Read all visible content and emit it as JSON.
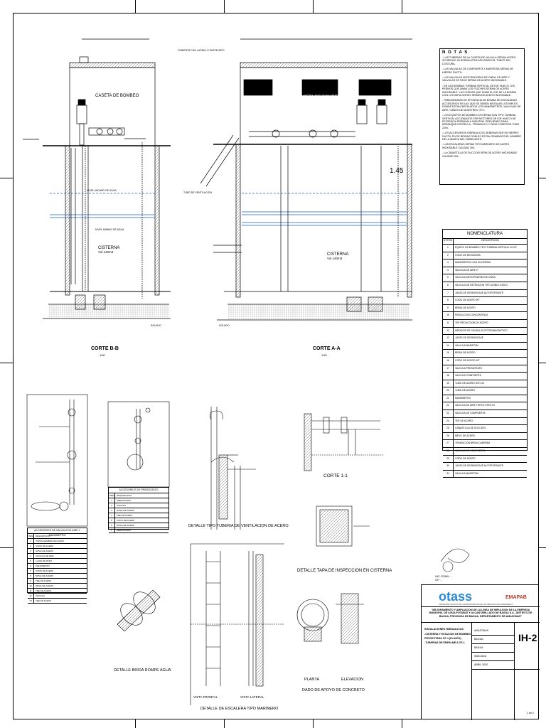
{
  "sheet": {
    "border_letters": [],
    "frame": "frame"
  },
  "views": {
    "corte_bb": {
      "title": "CORTE B-B",
      "scale": "1/50"
    },
    "corte_aa": {
      "title": "CORTE A-A",
      "scale": "1/50"
    },
    "corte_11": {
      "title": "CORTE 1-1"
    },
    "det_vent": {
      "title": "DETALLE TIPO TUBERIA DE VENTILACION DE ACERO"
    },
    "det_tapa": {
      "title": "DETALLE TAPA DE INSPECCION EN CISTERNA"
    },
    "det_brida": {
      "title": "DETALLE BRIDA ROMPE AGUA"
    },
    "det_escalera": {
      "title": "DETALLE DE ESCALERA TIPO MARINERO"
    },
    "vista_frontal": {
      "title": "VISTA FRONTAL"
    },
    "vista_lateral": {
      "title": "VISTA LATERAL"
    },
    "planta": {
      "title": "PLANTA"
    },
    "elevacion": {
      "title": "ELEVACION"
    },
    "dado": {
      "title": "DADO DE APOYO DE CONCRETO"
    }
  },
  "labels": {
    "caseta_bb": "CASETA DE BOMBEO",
    "caseta_aa": "CASETA DE BOMBEO",
    "cisterna_bb": "CISTERNA",
    "cisterna_bb_vol": "Vol 140m3",
    "cisterna_aa": "CISTERNA",
    "cisterna_aa_vol": "Vol 140m3",
    "nivel_max": "NIVEL MAXIMO DE AGUA",
    "nivel_min": "NIVEL MINIMO DE AGUA",
    "solado_1": "SOLADO",
    "solado_2": "SOLADO",
    "dim_145": "1.45",
    "tubo_vent": "TUBO DE VENTILACION",
    "cubierta": "CUBIERTA CON LADRILLO PASTELERO"
  },
  "notes": {
    "heading": "N O T A S",
    "items": [
      "- LAS TUBERIAS DE LA CASETA DE VALVULA SERAN ACERO SCHEDULE 40 NORMA ASTM A53 GRADO B, TUBOS SIN COSTURA.",
      "- LAS VALVULAS DE COMPUERTA Y MARIPOSA SERAN DE HIERRO DUCTIL.",
      "- LAS VALVULAS ANTICIPADORAS DE ONDA, DE AIRE Y VALVULAS DE PASO SERAN DE ACERO INOXIDABLE.",
      "- EN LAS BOMBAS TURBINA VERTICAL DE EJE HUECO LOS PERNOS QUE UNAN LOS FLECHES SERAN DE ACERO INOXIDABLE. LAS CURVAS QUE UNAN EL EJE DE LA BOMBA CON LOS IMPULSORES SERAN DE ACERO INOXIDABLE.",
      "- PARA MEDIDAS DE EFICIENCIA DE BOMBA SE INSTALARAN ACCESORIOS EN LAS QUE SE DEBEN INSTALAR LOS NIPLES DONDE ESTAN INSTALADOS LOS MANOMETROS, VALVULAS DE AIRE, CAÑOS DE MUESTREO, ETC.",
      "- LOS EQUIPOS DE BOMBEO CISTERNA SON TIPO TURBINA VERTICAL ACCIONADOS POR MOTORES DE EJE HUECO DE EFICIENCIA PREMIUM A 1800 RPM, PREVIENDO PARA ARRANQUE ESTRELLA - TRIANGULO Y PARA CONEXION TUBO 220V.",
      "- LOS ACCESORIOS HIDRAULICOS DEBERAN SER DE HIERRO DUCTIL PN DE BRIDAS DOBLES ESTAN GRABADOS EL NOMBRE DE LA MARCA DEL FABRICANTE.",
      "- LAS ESCALERAS SERAN TIPO MARINERO DE ACERO INOXIDABLE CALIDAD 304.",
      "- LA CANASTILLA DE SUCCION SERA DE ACERO INOXIDABLE CALIDAD 304."
    ]
  },
  "nomenclatura": {
    "title": "NOMENCLATURA",
    "col_n": "N°ITEM",
    "col_d": "DESCRIPCION",
    "rows": [
      {
        "n": "1",
        "d": "EQUIPO DE BOMBEO TIPO TURBINA VERTICAL 40 HP"
      },
      {
        "n": "2",
        "d": "CODO DE DESCARGA"
      },
      {
        "n": "3",
        "d": "MANOMETRO CON GLICERINA"
      },
      {
        "n": "4",
        "d": "VALVULA DE AIRE 2\""
      },
      {
        "n": "5",
        "d": "VALVULA ANTICIPADORA DE ONDA"
      },
      {
        "n": "6",
        "d": "VALVULA DE RETENCION TIPO DOBLE DISCO"
      },
      {
        "n": "7",
        "d": "JUNTA DE DESMONTAJE AUTOPORTANTE"
      },
      {
        "n": "8",
        "d": "CODO DE ACERO 90°"
      },
      {
        "n": "9",
        "d": "BRIDA DE ACERO"
      },
      {
        "n": "10",
        "d": "REDUCCION CONCENTRICA"
      },
      {
        "n": "11",
        "d": "TEE REDUCCION DE ACERO"
      },
      {
        "n": "12",
        "d": "MEDIDOR DE CAUDAL ELECTROMAGNETICO"
      },
      {
        "n": "13",
        "d": "JUNTA DE DESMONTAJE"
      },
      {
        "n": "14",
        "d": "VALVULA MARIPOSA"
      },
      {
        "n": "15",
        "d": "BRIDA DE ACERO"
      },
      {
        "n": "16",
        "d": "CODO DE ACERO 45°"
      },
      {
        "n": "17",
        "d": "VALVULA PRESOSTATO"
      },
      {
        "n": "18",
        "d": "VALVULA COMPUERTA"
      },
      {
        "n": "19",
        "d": "TUBO DE ACERO SCH 40"
      },
      {
        "n": "20",
        "d": "TUBO DE ACERO"
      },
      {
        "n": "21",
        "d": "MANOMETRO"
      },
      {
        "n": "22",
        "d": "VALVULA DE AIRE TRIPLE EFECTO"
      },
      {
        "n": "23",
        "d": "VALVULA DE COMPUERTA"
      },
      {
        "n": "24",
        "d": "TEE DE ACERO"
      },
      {
        "n": "25",
        "d": "CANASTILLA DE SUCCION"
      },
      {
        "n": "26",
        "d": "NIPLE DE ACERO"
      },
      {
        "n": "27",
        "d": "TRANSICION BRIDA CAMPANA"
      },
      {
        "n": "28",
        "d": "VALVULA DE COMPUERTA"
      },
      {
        "n": "29",
        "d": "CODO DE ACERO"
      },
      {
        "n": "30",
        "d": "JUNTA DE DESMONTAJE AUTOPORTANTE"
      },
      {
        "n": "31",
        "d": "VALVULA MARIPOSA"
      }
    ]
  },
  "acc_valv": {
    "title": "ACCESORIOS DE VALVULA DE AIRE Y MANOMETRO",
    "col_n": "ITEM",
    "col_d": "DESCRIPCION",
    "rows": [
      {
        "n": "1",
        "d": "TAPON HEMBRA DE ACERO"
      },
      {
        "n": "2",
        "d": "CODO DE ACERO"
      },
      {
        "n": "3",
        "d": "NIPLE DE ACERO"
      },
      {
        "n": "4",
        "d": "VALVULA DE AIRE"
      },
      {
        "n": "5",
        "d": "LLAVE DE PASO"
      },
      {
        "n": "6",
        "d": "MANOMETRO"
      },
      {
        "n": "7",
        "d": "CODO DE ACERO"
      },
      {
        "n": "8",
        "d": "NIPLE DE ACERO"
      },
      {
        "n": "9",
        "d": "TEE DE ACERO"
      },
      {
        "n": "10",
        "d": "NIPLE DE ACERO"
      },
      {
        "n": "11",
        "d": "TEE DE ACERO"
      },
      {
        "n": "12",
        "d": "VALVULA"
      },
      {
        "n": "13",
        "d": "TEE DE ACERO"
      }
    ]
  },
  "acc_pres": {
    "title": "ACCESORIOS DE PRESOSTATO",
    "col_n": "ITEM",
    "col_d": "DESCRIPCION",
    "rows": [
      {
        "n": "1",
        "d": "PRESOSTATO"
      },
      {
        "n": "2",
        "d": "VALVULA"
      },
      {
        "n": "3",
        "d": "NIPLE DE ACERO"
      },
      {
        "n": "4",
        "d": "TEE DE ACERO"
      },
      {
        "n": "5",
        "d": "CODO DE ACERO"
      },
      {
        "n": "6",
        "d": "NIPLE DE ACERO"
      },
      {
        "n": "7",
        "d": "PRESOSTATO"
      }
    ]
  },
  "title_block": {
    "logo1": "otass",
    "logo1_sub": "ORGANISMO TECNICO DE LA ADMINISTRACION DE LOS SERVICIOS DE SANEAMIENTO",
    "logo2": "EMAPAB",
    "project": "\"MEJORAMIENTO Y AMPLIACION DE LA LINEA DE IMPULSION DE LA EMPRESA MUNICIPAL DE AGUA POTABLE Y ALCANTARILLADO DE BAGUA S.A., DISTRITO DE BAGUA, PROVINCIA DE BAGUA, DEPARTAMENTO DE AMAZONAS\"",
    "sheet_title_1": "INSTALACIONES HIDRAULICAS",
    "sheet_title_2": "-CISTERNA Y ESTACION DE BOMBEO",
    "sheet_title_3": "PROYECTADA CP-1 (PLANTA)",
    "sheet_title_4": "-TUBERIAS DE EMPALME A CP-1",
    "f1": "AMAZONAS",
    "f2": "BAGUA",
    "f3": "BAGUA",
    "f4": "INDICADA",
    "f5": "ABRIL 2020",
    "sheet_code": "IH-2",
    "sheet_num": "2 de 2"
  },
  "signature": {
    "lines": [
      "ING. EDWIN ...",
      "CIP ..."
    ]
  }
}
